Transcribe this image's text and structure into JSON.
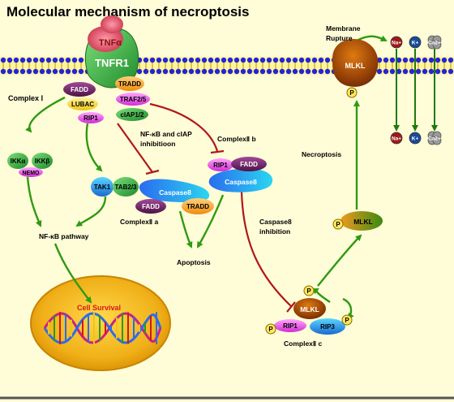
{
  "title": "Molecular mechanism of necroptosis",
  "ligand": "TNFα",
  "receptor": "TNFR1",
  "complex1": {
    "label": "Complex Ⅰ",
    "fadd": "FADD",
    "tradd": "TRADD",
    "traf": "TRAF2/5",
    "lubac": "LUBAC",
    "ciap": "cIAP1/2",
    "rip1": "RIP1"
  },
  "nfkb_branch": {
    "ikka": "IKKα",
    "ikkb": "IKKβ",
    "nemo": "NEMO",
    "tak1": "TAK1",
    "tab": "TAB2/3",
    "pathway": "NF-κB pathway",
    "survival": "Cell Survival"
  },
  "complex2a": {
    "label": "ComplexⅡ a",
    "caspase": "Caspase8",
    "fadd": "FADD",
    "tradd": "TRADD"
  },
  "complex2b": {
    "label": "ComplexⅡ b",
    "rip1": "RIP1",
    "fadd": "FADD",
    "caspase": "Caspase8"
  },
  "inhibition": {
    "nfkb_ciap_line1": "NF-κB and cIAP",
    "nfkb_ciap_line2": "inhibitioon",
    "casp8_line1": "Caspase8",
    "casp8_line2": "inhibition"
  },
  "apoptosis": "Apoptosis",
  "complex2c": {
    "label": "ComplexⅡ c",
    "mlkl": "MLKL",
    "rip1": "RIP1",
    "rip3": "RIP3",
    "phospho": "P"
  },
  "necroptosis": "Necroptosis",
  "mlkl_free": "MLKL",
  "mlkl_membrane": "MLKL",
  "membrane_rupture_line1": "Membrane",
  "membrane_rupture_line2": "Rupture",
  "ions": [
    "Na+",
    "K+",
    "Ca2+"
  ],
  "colors": {
    "background": "#fffcd8",
    "inhibition": "#b01818",
    "activation": "#2f9a12",
    "membrane": "#1a1acc"
  }
}
